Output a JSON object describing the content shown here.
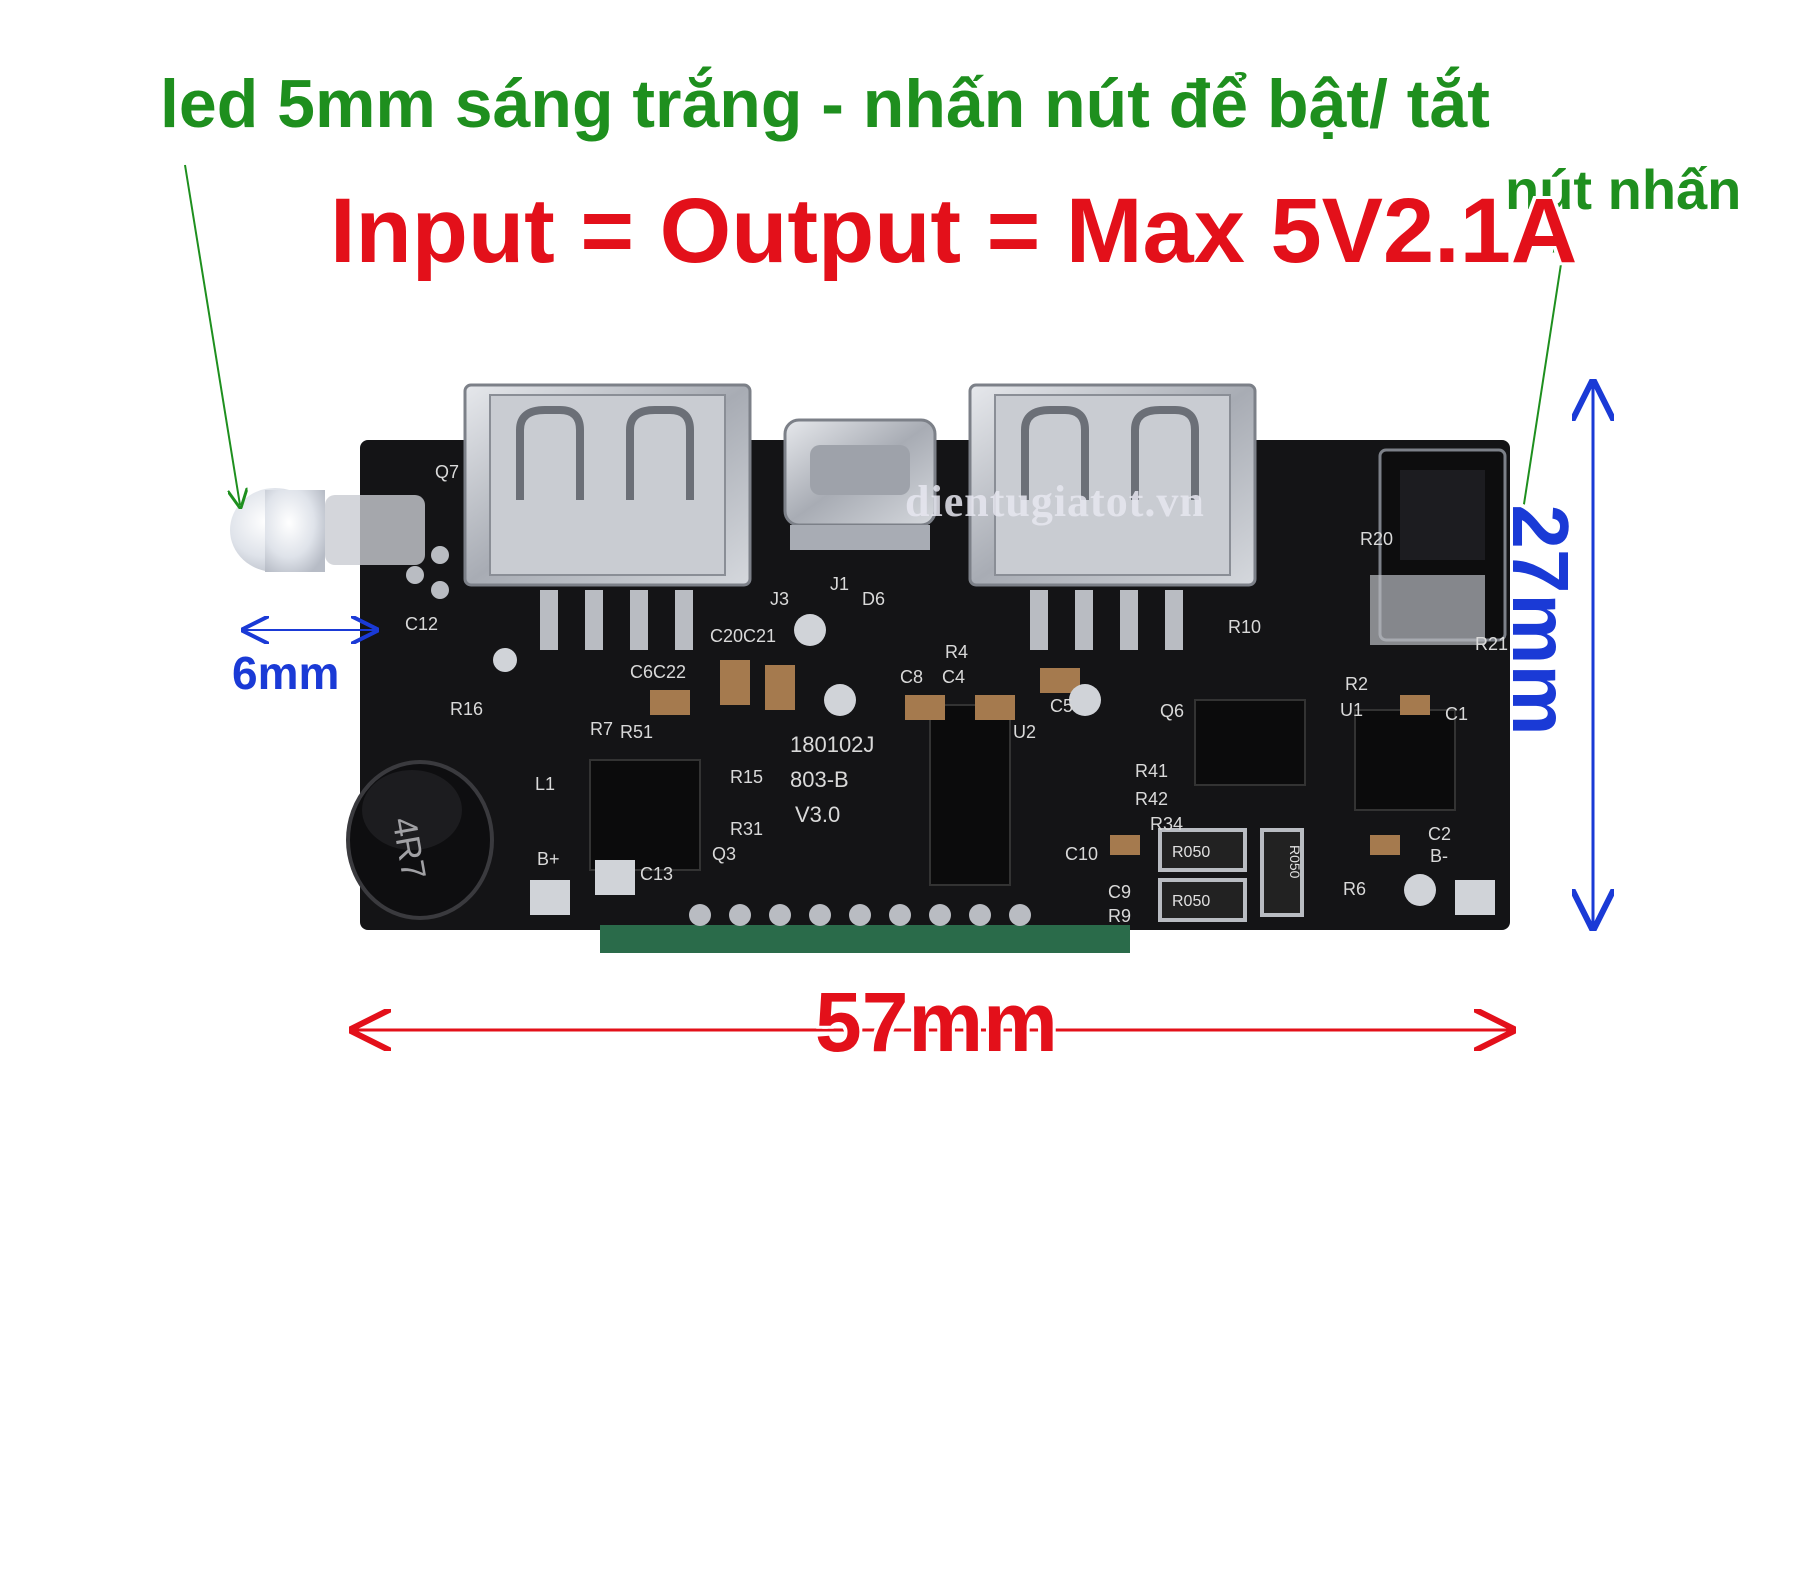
{
  "labels": {
    "led_caption": "led 5mm sáng trắng - nhấn nút để bật/ tắt",
    "button_caption": "nút nhấn",
    "io_spec": "Input = Output = Max 5V2.1A",
    "led_width": "6mm",
    "board_length": "57mm",
    "board_height": "27mm",
    "watermark": "dientugiatot.vn"
  },
  "silkscreen": {
    "j3": "J3",
    "j1": "J1",
    "d6": "D6",
    "c20c21": "C20C21",
    "c6c22": "C6C22",
    "c8": "C8",
    "c4": "C4",
    "c5": "C5",
    "r4": "R4",
    "r10": "R10",
    "r2": "R2",
    "c1": "C1",
    "u1": "U1",
    "q6": "Q6",
    "u2": "U2",
    "r41": "R41",
    "r42": "R42",
    "r34": "R34",
    "c10": "C10",
    "c9": "C9",
    "r9": "R9",
    "r6": "R6",
    "c2": "C2",
    "b_minus": "B-",
    "b_plus": "B+",
    "c13": "C13",
    "q3": "Q3",
    "r31": "R31",
    "r15": "R15",
    "r51": "R51",
    "r7": "R7",
    "r16": "R16",
    "c12": "C12",
    "l1": "L1",
    "q7": "Q7",
    "r20": "R20",
    "r21": "R21",
    "code1": "180102J",
    "code2": "803-B",
    "version": "V3.0",
    "inductor": "4R7",
    "shunt1": "R050",
    "shunt2": "R050",
    "shunt3": "R050"
  },
  "colors": {
    "green_text": "#1e8f1e",
    "red_text": "#e3101a",
    "blue_text": "#1a3ad6",
    "pcb": "#141416",
    "silkscreen": "#d9d9d9",
    "metal": "#b9bcc2"
  }
}
